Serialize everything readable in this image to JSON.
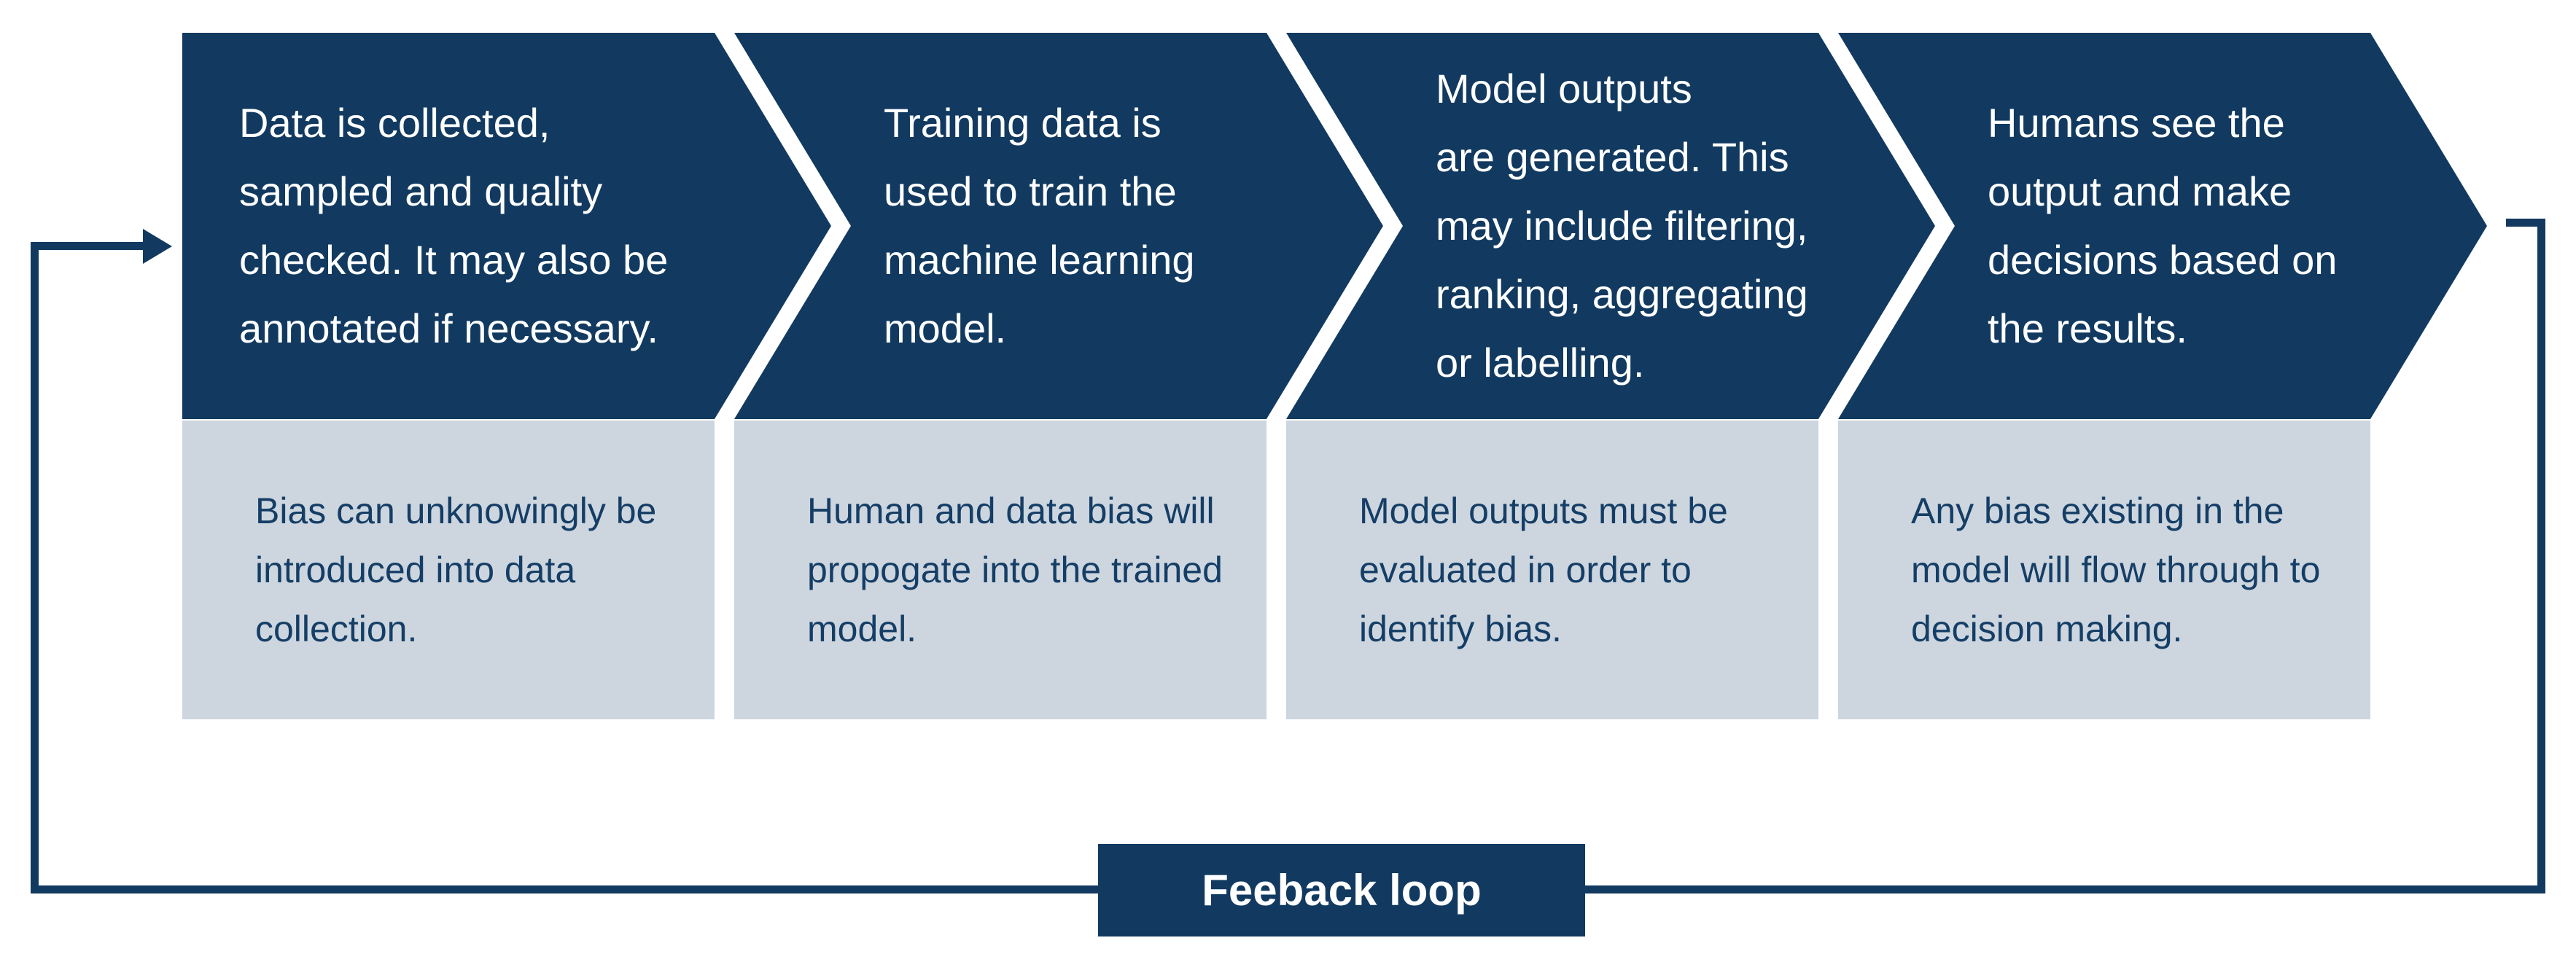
{
  "stages": [
    {
      "step": "Data is collected,\nsampled and quality\nchecked. It may also be\nannotated if necessary.",
      "bias": "Bias can unknowingly be\nintroduced into data\ncollection."
    },
    {
      "step": "Training data is\nused to train the\nmachine learning\nmodel.",
      "bias": "Human and data bias will\npropogate into the trained\nmodel."
    },
    {
      "step": "Model outputs\nare generated. This\nmay include filtering,\nranking, aggregating\nor labelling.",
      "bias": "Model outputs must be\nevaluated in order to\nidentify bias."
    },
    {
      "step": "Humans see the\noutput and make\ndecisions based on\nthe results.",
      "bias": "Any bias existing in the\nmodel will flow through to\ndecision making."
    }
  ],
  "feedback": {
    "label": "Feeback loop"
  },
  "colors": {
    "navy": "#123A60",
    "light_box": "#CDD6DF",
    "text_on_light": "#153E66",
    "text_on_navy": "#FFFFFF"
  }
}
